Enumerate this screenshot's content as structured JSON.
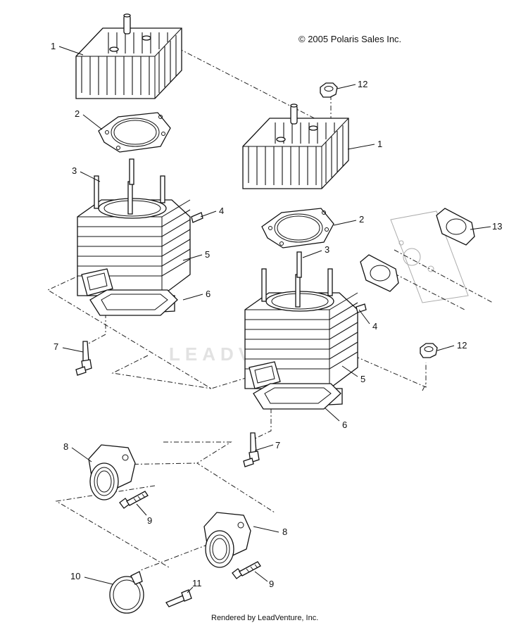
{
  "copyright": "© 2005 Polaris Sales Inc.",
  "footer": "Rendered by LeadVenture, Inc.",
  "watermark": "LEADVENTURE",
  "callouts": {
    "head_left": "1",
    "head_right": "1",
    "gasket_left": "2",
    "gasket_right": "2",
    "stud_left": "3",
    "stud_right": "3",
    "fitting_left": "4",
    "fitting_right": "4",
    "cylinder_left": "5",
    "cylinder_right": "5",
    "base_gasket_left": "6",
    "base_gasket_right": "6",
    "elbow_left": "7",
    "elbow_right": "7",
    "flange_left": "8",
    "flange_right": "8",
    "bolt_left": "9",
    "bolt_right": "9",
    "clamp": "10",
    "screw": "11",
    "nut_top": "12",
    "nut_mid": "12",
    "exhaust_gasket": "13"
  },
  "colors": {
    "line": "#111111",
    "watermark": "#e2e2e2",
    "background": "#ffffff"
  }
}
